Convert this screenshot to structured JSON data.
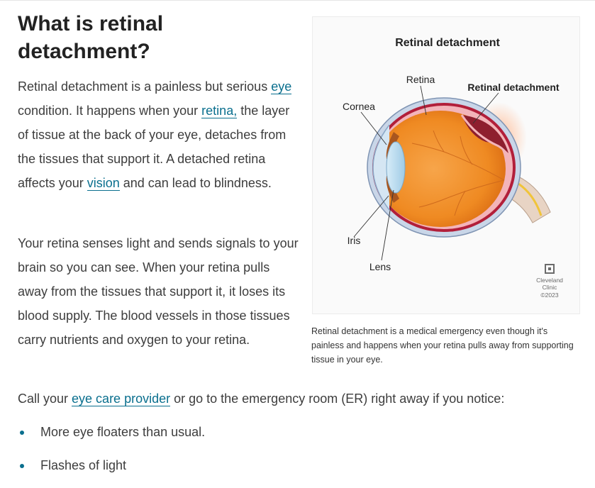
{
  "article": {
    "title": "What is retinal detachment?",
    "p1": {
      "t1": "Retinal detachment is a painless but serious ",
      "link1": "eye",
      "t2": " condition. It happens when your ",
      "link2": "retina,",
      "t3": " the layer of tissue at the back of your eye, detaches from the tissues that support it. A detached retina affects your ",
      "link3": "vision",
      "t4": " and can lead to blindness."
    },
    "p2": "Your retina senses light and sends signals to your brain so you can see. When your retina pulls away from the tissues that support it, it loses its blood supply. The blood vessels in those tissues carry nutrients and oxygen to your retina.",
    "callout": {
      "t1": "Call your ",
      "link": "eye care provider",
      "t2": " or go to the emergency room (ER) right away if you notice:"
    },
    "bullets": [
      "More eye floaters than usual.",
      "Flashes of light"
    ]
  },
  "figure": {
    "title": "Retinal detachment",
    "labels": {
      "retina": "Retina",
      "retinal_detachment": "Retinal detachment",
      "cornea": "Cornea",
      "iris": "Iris",
      "lens": "Lens"
    },
    "logo": {
      "line1": "Cleveland",
      "line2": "Clinic",
      "line3": "©2023"
    },
    "caption": "Retinal detachment is a medical emergency even though it's painless and happens when your retina pulls away from supporting tissue in your eye."
  },
  "colors": {
    "link": "#0a6f8e",
    "bullet": "#0a6f8e",
    "eye_orange": "#f08a2a",
    "sclera": "#c9d6e8"
  }
}
